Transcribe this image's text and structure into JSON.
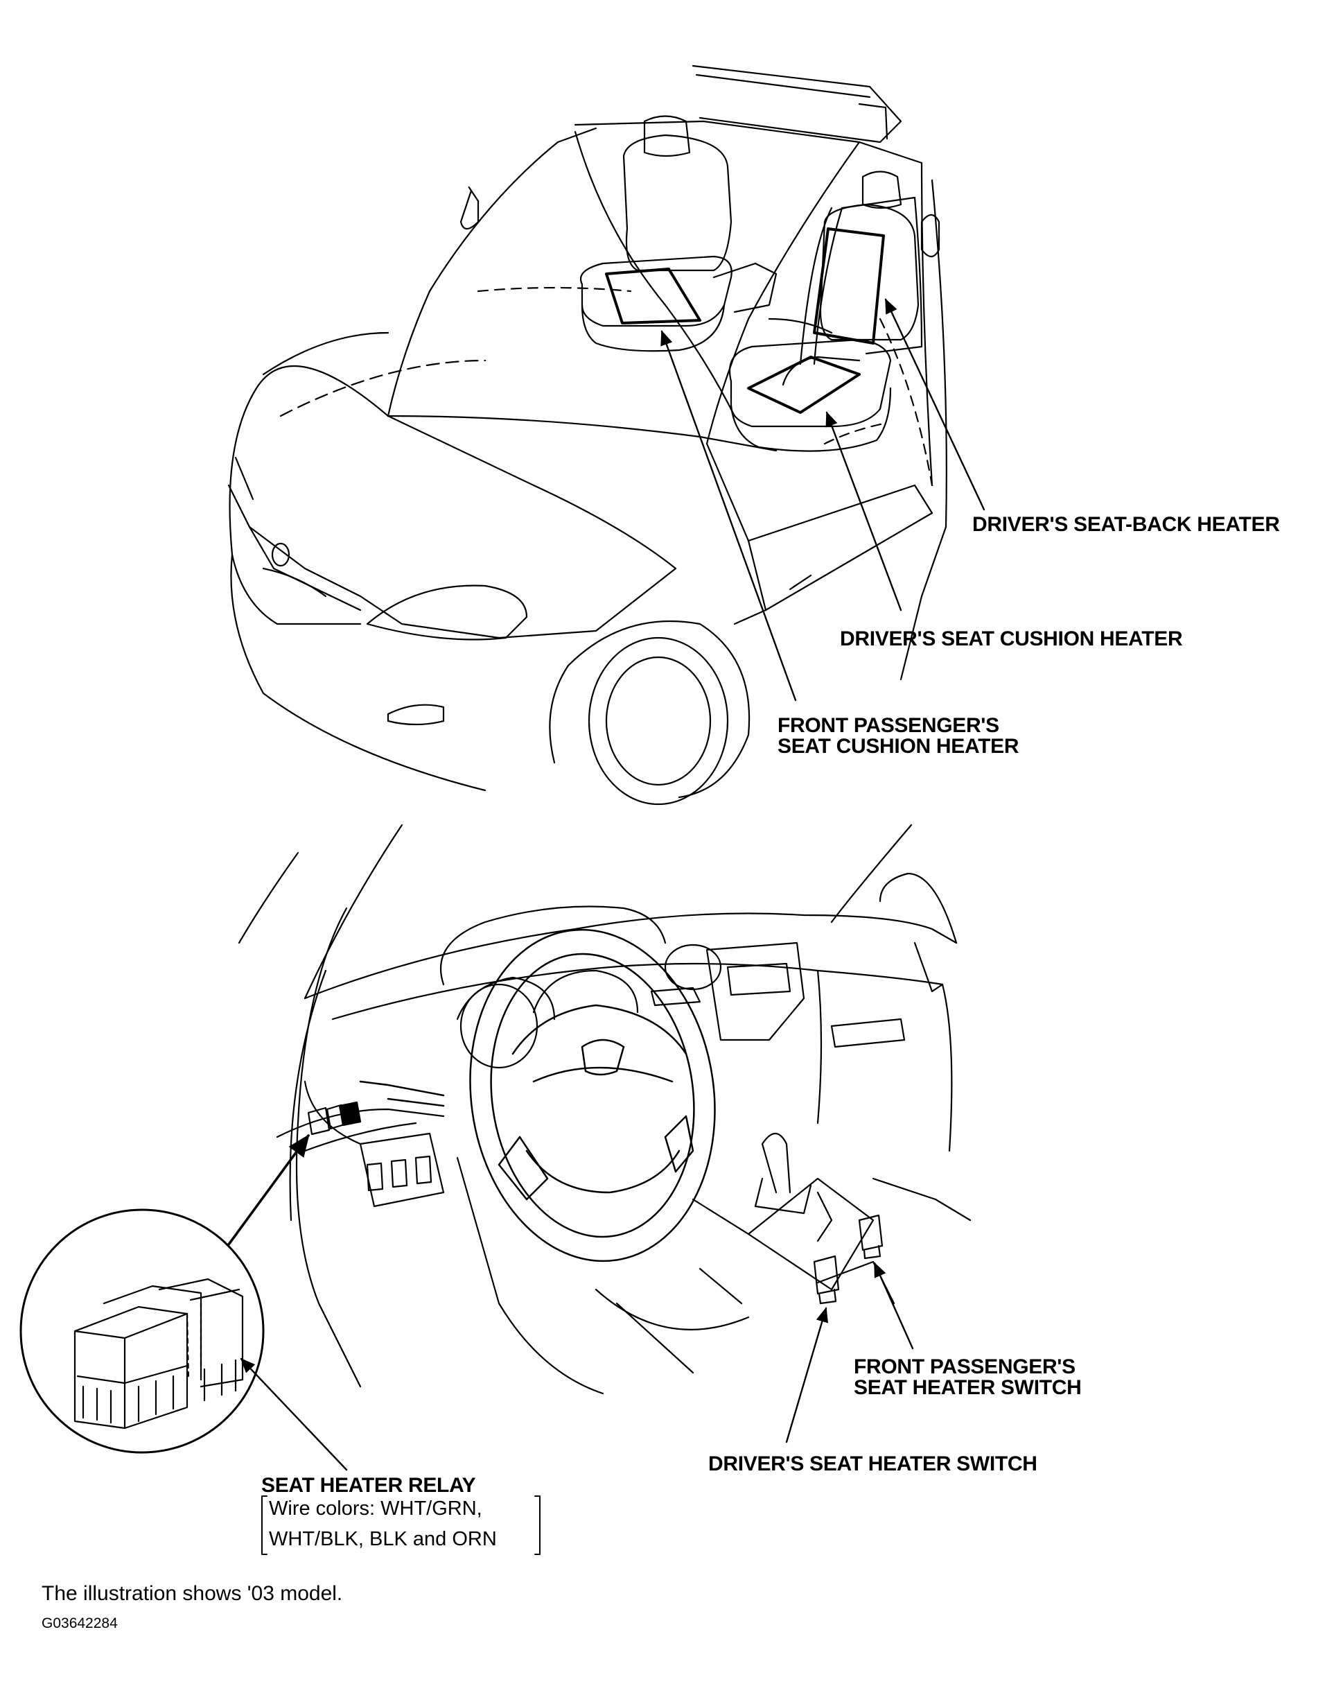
{
  "labels": {
    "seat_back_heater": "DRIVER'S SEAT-BACK HEATER",
    "driver_cushion_heater": "DRIVER'S SEAT CUSHION HEATER",
    "passenger_cushion_heater_line1": "FRONT PASSENGER'S",
    "passenger_cushion_heater_line2": "SEAT CUSHION HEATER",
    "passenger_switch_line1": "FRONT PASSENGER'S",
    "passenger_switch_line2": "SEAT HEATER SWITCH",
    "driver_switch": "DRIVER'S SEAT HEATER SWITCH",
    "relay_title": "SEAT HEATER RELAY",
    "relay_wire_line1": "Wire colors: WHT/GRN,",
    "relay_wire_line2": "WHT/BLK, BLK and ORN"
  },
  "footer": {
    "note": "The illustration shows '03 model.",
    "figure_code": "G03642284"
  }
}
